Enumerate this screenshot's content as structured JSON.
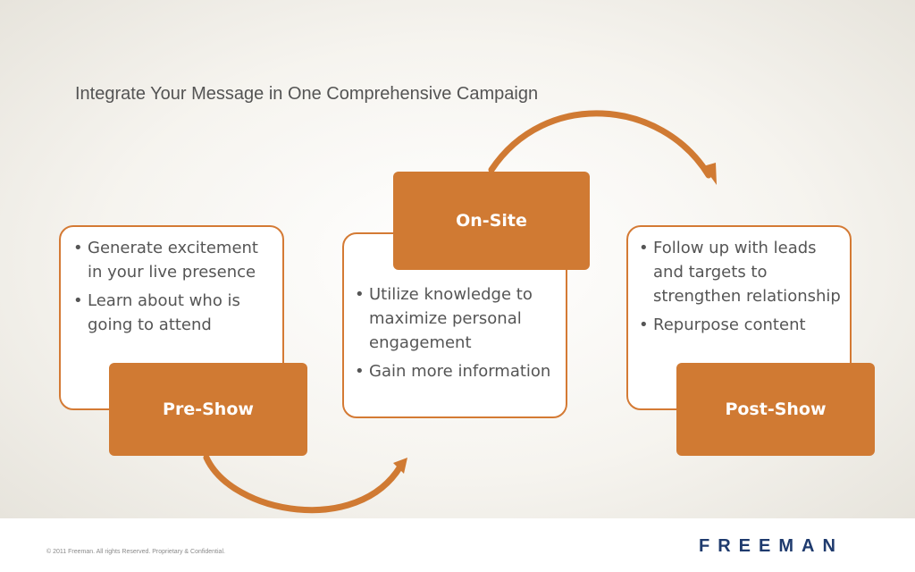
{
  "slide": {
    "title": "Integrate Your Message in One Comprehensive Campaign"
  },
  "stages": {
    "pre_show": {
      "label": "Pre-Show",
      "bullets": [
        "Generate excitement in your live presence",
        "Learn about who is going to attend"
      ]
    },
    "on_site": {
      "label": "On-Site",
      "bullets": [
        "Utilize knowledge to maximize personal engagement",
        "Gain more information"
      ]
    },
    "post_show": {
      "label": "Post-Show",
      "bullets": [
        "Follow up with leads and targets to strengthen relationship",
        "Repurpose content"
      ]
    }
  },
  "footer": {
    "copyright": "© 2011 Freeman.  All rights Reserved.  Proprietary & Confidential.",
    "logo": "FREEMAN"
  },
  "colors": {
    "accent": "#d07a33",
    "text": "#555555",
    "logo": "#1f3b6e"
  }
}
